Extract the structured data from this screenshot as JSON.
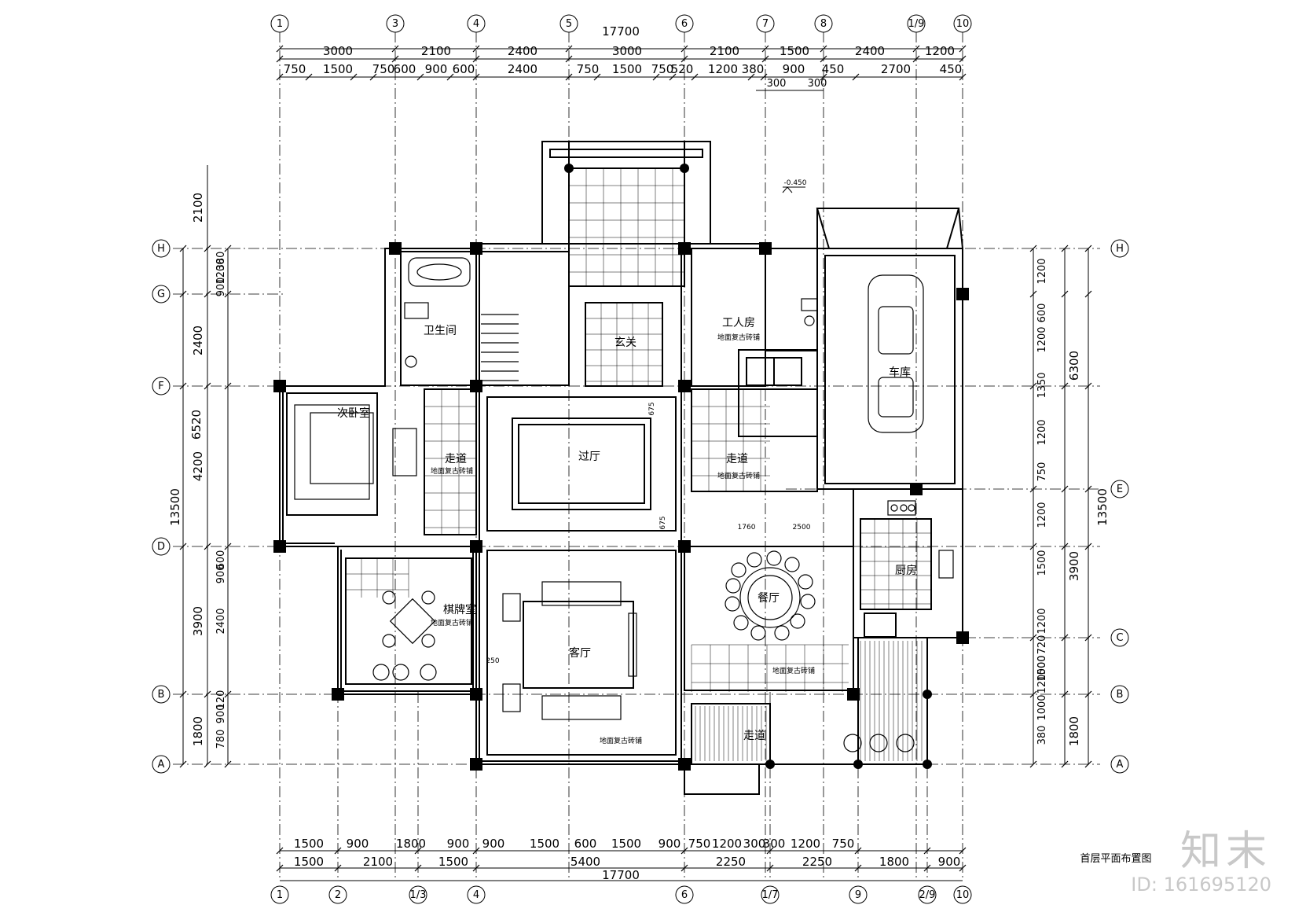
{
  "drawing": {
    "title": "首层平面布置图",
    "level_mark": "-0.450",
    "total_width_top": "17700",
    "total_width_bottom": "17700",
    "total_height_left": "13500",
    "total_height_right": "13500"
  },
  "axes": {
    "top": [
      "1",
      "3",
      "4",
      "5",
      "6",
      "7",
      "8",
      "1/9",
      "10"
    ],
    "bottom": [
      "1",
      "2",
      "1/3",
      "4",
      "6",
      "1/7",
      "9",
      "2/9",
      "10"
    ],
    "left": [
      "H",
      "G",
      "F",
      "D",
      "B",
      "A"
    ],
    "right": [
      "H",
      "E",
      "C",
      "B",
      "A"
    ]
  },
  "dimensions": {
    "top_row1": [
      "3000",
      "2100",
      "2400",
      "3000",
      "2100",
      "1500",
      "2400",
      "1200"
    ],
    "top_row2": [
      "750",
      "1500",
      "750",
      "600",
      "900",
      "600",
      "2400",
      "750",
      "1500",
      "750",
      "520",
      "1200",
      "380",
      "900",
      "450",
      "2700",
      "450"
    ],
    "top_row3": [
      "300",
      "300"
    ],
    "bottom_row1": [
      "1500",
      "900",
      "1800",
      "900",
      "900",
      "1500",
      "600",
      "1500",
      "900",
      "750",
      "1200",
      "300",
      "300",
      "1200",
      "750"
    ],
    "bottom_row2": [
      "1500",
      "2100",
      "1500",
      "5400",
      "2250",
      "2250",
      "1800",
      "900"
    ],
    "left_outer": [
      "2100",
      "2400",
      "4200",
      "3900",
      "1800"
    ],
    "left_outer2": [
      "6520"
    ],
    "left_inner": [
      "1200",
      "900",
      "380",
      "600",
      "900",
      "2400",
      "120",
      "900",
      "780"
    ],
    "right_inner": [
      "1200",
      "600",
      "1200",
      "1350",
      "1200",
      "750",
      "1200",
      "1500",
      "1200",
      "720",
      "1000",
      "120",
      "1000",
      "380",
      "1500"
    ],
    "right_outer": [
      "6300",
      "3900",
      "1800"
    ]
  },
  "rooms": {
    "bathroom": "卫生间",
    "entrance": "玄关",
    "servant_room": "工人房",
    "servant_note": "地面复古砖铺",
    "garage": "车库",
    "guest_bedroom": "次卧室",
    "corridor_left": "走道",
    "corridor_left_note": "地面复古砖铺",
    "hall": "过厅",
    "corridor_right": "走道",
    "corridor_right_note": "地面复古砖铺",
    "chess_room": "棋牌室",
    "chess_note": "地面复古砖铺",
    "living_room": "客厅",
    "living_note": "地面复古砖铺",
    "dining_room": "餐厅",
    "dining_note": "地面复古砖铺",
    "kitchen": "厨房",
    "walkway": "走道"
  },
  "small_dims": {
    "hall_675a": "675",
    "hall_675b": "675",
    "dining_1760": "1760",
    "dining_2500": "2500",
    "living_250": "250"
  },
  "watermark": {
    "logo": "知末",
    "id": "ID: 161695120"
  }
}
